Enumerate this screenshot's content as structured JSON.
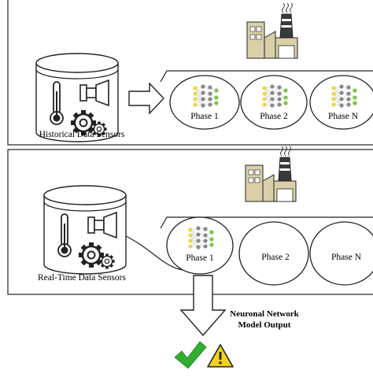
{
  "panels": {
    "training": {
      "side_label": "",
      "sensor_caption": "Historical Data Sensors",
      "phases": [
        "Phase 1",
        "Phase 2",
        "Phase N"
      ]
    },
    "realtime": {
      "side_label": "",
      "sensor_caption": "Real-Time Data Sensors",
      "phases": [
        "Phase 1",
        "Phase 2",
        "Phase N"
      ]
    }
  },
  "output": {
    "title_line1": "Neuronal Network",
    "title_line2": "Model Output"
  },
  "icons": [
    "thermometer-icon",
    "gear-icon",
    "pump-icon",
    "factory-icon",
    "neural-network-icon",
    "checkmark-icon",
    "warning-icon"
  ],
  "colors": {
    "check": "#2fae2f",
    "warning": "#f2d21a",
    "factory_body": "#d9d0a8",
    "node_yellow": "#e8d84a",
    "node_green": "#7cc44a",
    "node_gray": "#8a8a8a",
    "line": "#222222"
  }
}
